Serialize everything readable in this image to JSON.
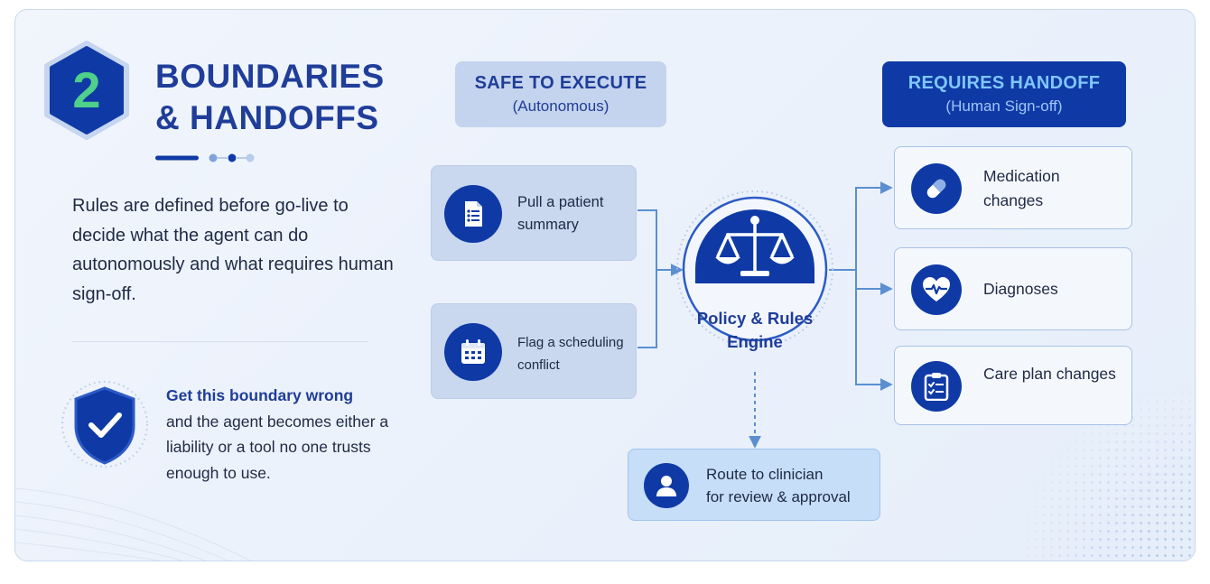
{
  "badge": {
    "number": "2"
  },
  "title": {
    "line1": "BOUNDARIES",
    "line2": "& HANDOFFS"
  },
  "description": "Rules are defined before go-live to decide what the agent can do autonomously and what requires human sign-off.",
  "warning": {
    "strong": "Get this boundary wrong",
    "rest": "and the agent becomes either a liability or a tool no one trusts enough to use."
  },
  "safe_header": {
    "title": "SAFE TO EXECUTE",
    "subtitle": "(Autonomous)"
  },
  "handoff_header": {
    "title": "REQUIRES HANDOFF",
    "subtitle": "(Human Sign-off)"
  },
  "autonomous_actions": [
    {
      "label": "Pull a patient summary",
      "icon": "document-icon"
    },
    {
      "label": "Flag a scheduling conflict",
      "icon": "calendar-icon"
    }
  ],
  "engine": {
    "line1": "Policy & Rules",
    "line2": "Engine",
    "icon": "scales-icon"
  },
  "handoff_actions": [
    {
      "label": "Medication changes",
      "icon": "pill-icon"
    },
    {
      "label": "Diagnoses",
      "icon": "heart-pulse-icon"
    },
    {
      "label": "Care plan changes",
      "icon": "clipboard-icon"
    }
  ],
  "route": {
    "line1": "Route to clinician",
    "line2": "for review & approval",
    "icon": "user-icon"
  },
  "colors": {
    "primary": "#0f3aa6",
    "title": "#1f3d99",
    "badge_number": "#4fd08a",
    "connector": "#5b8fd0",
    "handoff_header_text": "#7fc6ff"
  }
}
